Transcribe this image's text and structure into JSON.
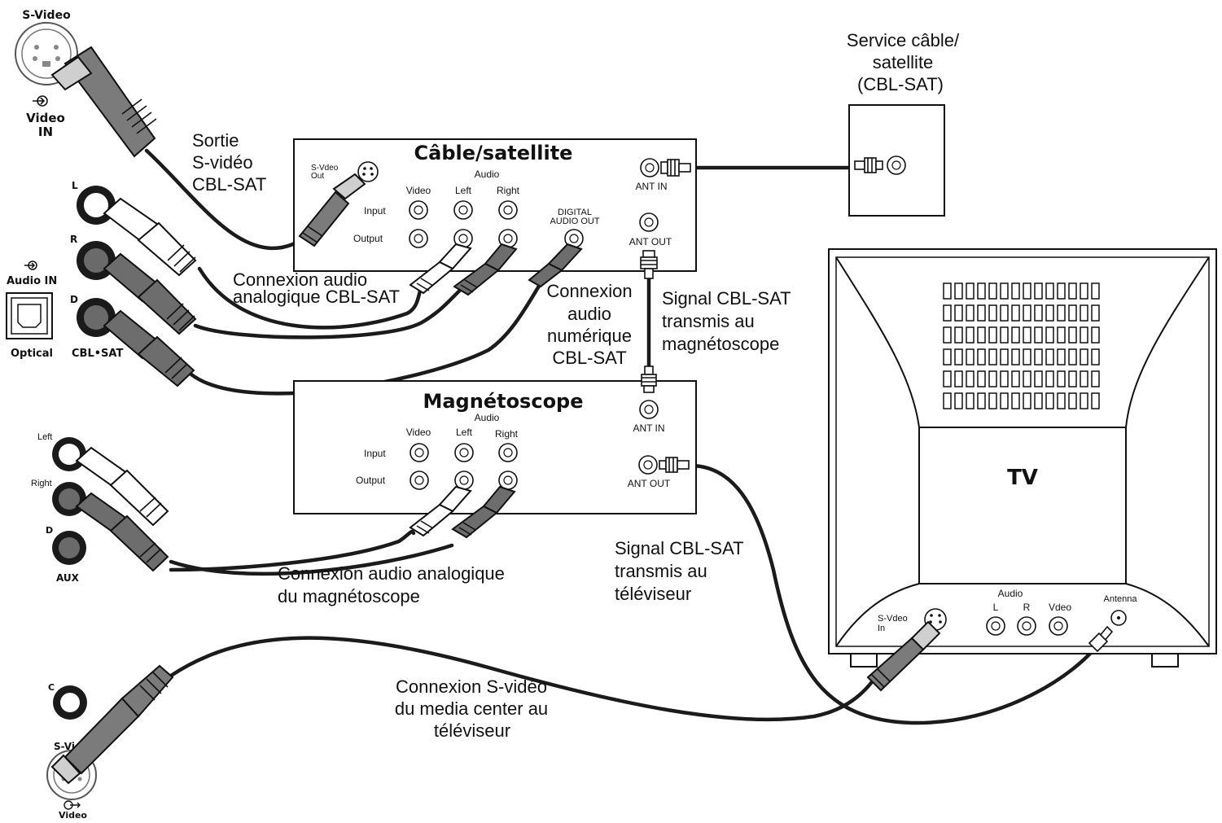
{
  "labels": {
    "cable_box_title": "Câble/satellite",
    "vcr_title": "Magnétoscope",
    "tv_label": "TV",
    "service_line1": "Service câble/",
    "service_line2": "satellite",
    "service_line3": "(CBL-SAT)",
    "svideo_out_line1": "Sortie",
    "svideo_out_line2": "S-vidéo",
    "svideo_out_line3": "CBL-SAT",
    "analog_cbl_line1": "Connexion audio",
    "analog_cbl_line2": "analogique CBL-SAT",
    "digital_line1": "Connexion",
    "digital_line2": "audio",
    "digital_line3": "numérique",
    "digital_line4": "CBL-SAT",
    "signal_vcr_line1": "Signal CBL-SAT",
    "signal_vcr_line2": "transmis au",
    "signal_vcr_line3": "magnétoscope",
    "analog_vcr_line1": "Connexion audio analogique",
    "analog_vcr_line2": "du magnétoscope",
    "signal_tv_line1": "Signal CBL-SAT",
    "signal_tv_line2": "transmis au",
    "signal_tv_line3": "téléviseur",
    "svideo_tv_line1": "Connexion S-vidéo",
    "svideo_tv_line2": "du media center au",
    "svideo_tv_line3": "téléviseur"
  },
  "ports": {
    "svideo": "S-Video",
    "video": "Video",
    "in": "IN",
    "audio_in": "Audio IN",
    "optical": "Optical",
    "l": "L",
    "r": "R",
    "d": "D",
    "c": "C",
    "cbl_sat": "CBL•SAT",
    "left": "Left",
    "right": "Right",
    "aux": "AUX",
    "svideo_cut": "S-Vid",
    "video_cut": "Video"
  },
  "cable_box": {
    "svideo_out_1": "S-Vdeo",
    "svideo_out_2": "Out",
    "audio": "Audio",
    "video": "Video",
    "left": "Left",
    "right": "Right",
    "input": "Input",
    "output": "Output",
    "digital_1": "DIGITAL",
    "digital_2": "AUDIO OUT",
    "ant_in": "ANT IN",
    "ant_out": "ANT OUT"
  },
  "vcr": {
    "audio": "Audio",
    "video": "Video",
    "left": "Left",
    "right": "Right",
    "input": "Input",
    "output": "Output",
    "ant_in": "ANT IN",
    "ant_out": "ANT OUT"
  },
  "tv": {
    "svideo_1": "S-Vdeo",
    "svideo_2": "In",
    "audio": "Audio",
    "l": "L",
    "r": "R",
    "video": "Vdeo",
    "antenna": "Antenna"
  }
}
